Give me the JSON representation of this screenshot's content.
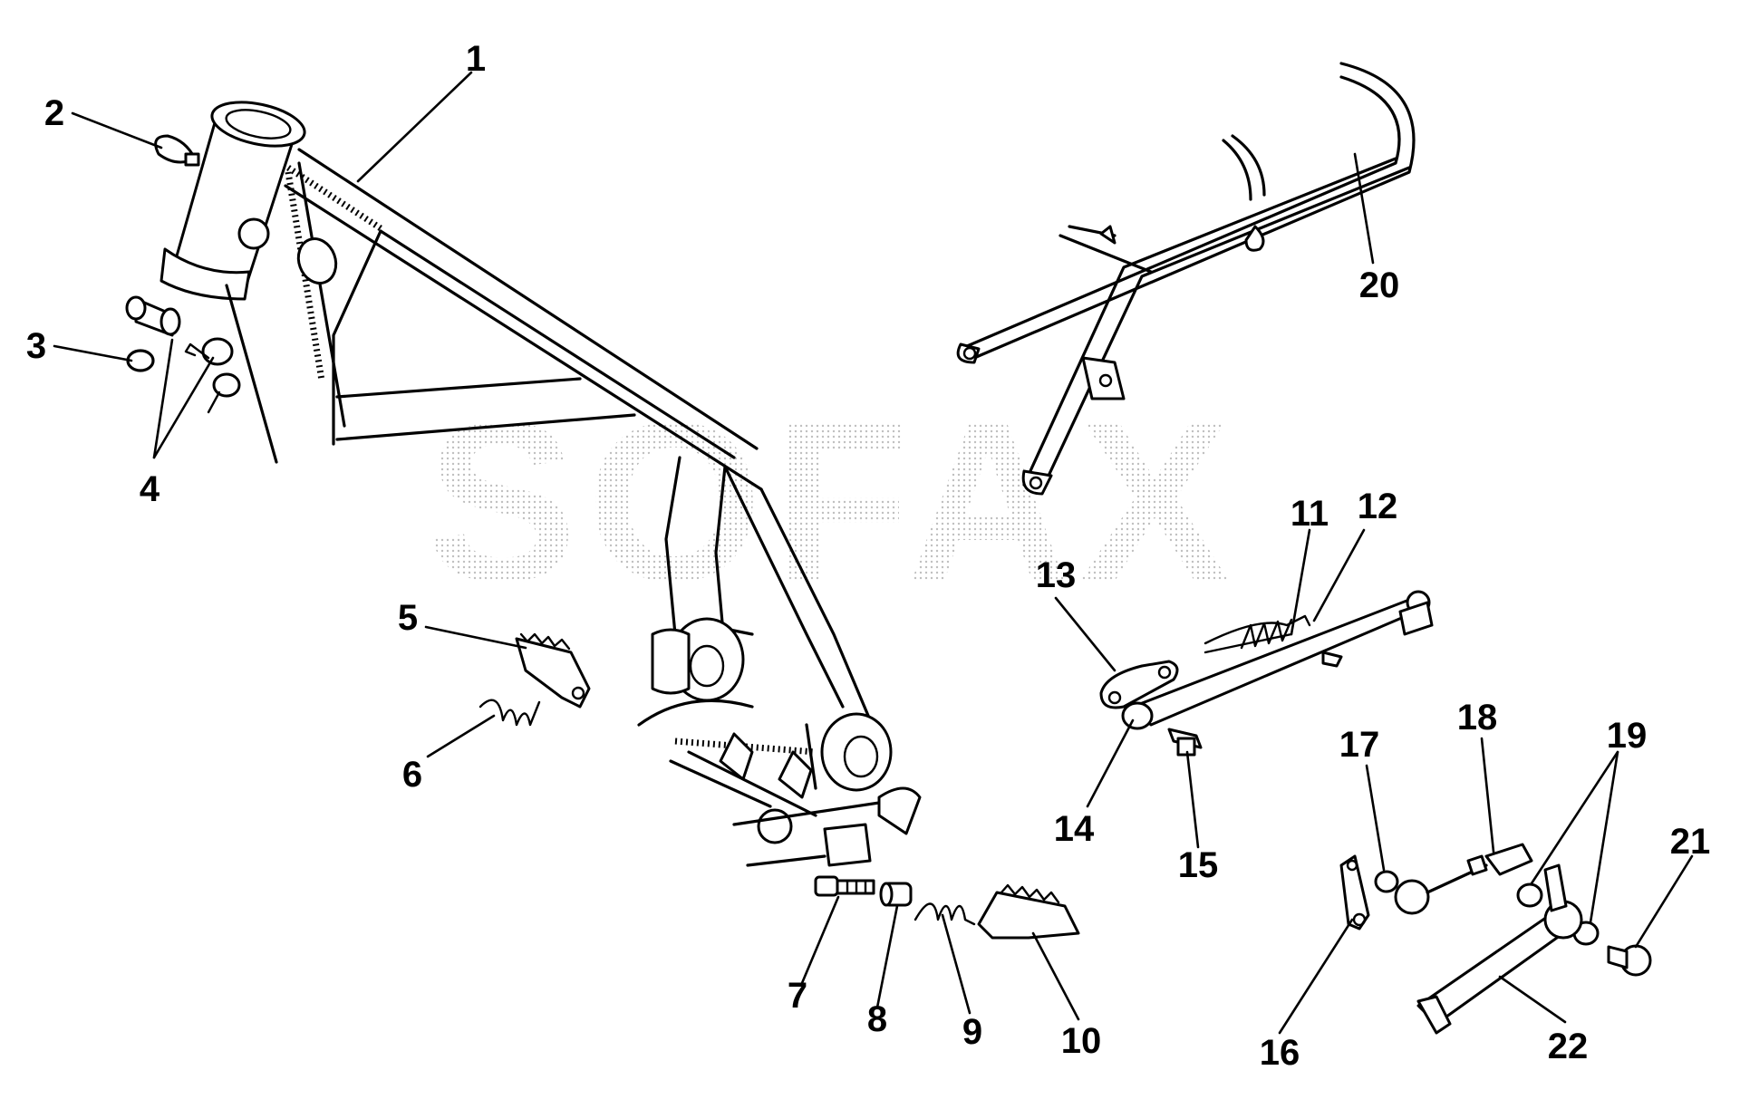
{
  "diagram": {
    "watermark_text": "SOFAX",
    "callouts": [
      {
        "id": "c1",
        "label": "1"
      },
      {
        "id": "c2",
        "label": "2"
      },
      {
        "id": "c3",
        "label": "3"
      },
      {
        "id": "c4",
        "label": "4"
      },
      {
        "id": "c5",
        "label": "5"
      },
      {
        "id": "c6",
        "label": "6"
      },
      {
        "id": "c7",
        "label": "7"
      },
      {
        "id": "c8",
        "label": "8"
      },
      {
        "id": "c9",
        "label": "9"
      },
      {
        "id": "c10",
        "label": "10"
      },
      {
        "id": "c11",
        "label": "11"
      },
      {
        "id": "c12",
        "label": "12"
      },
      {
        "id": "c13",
        "label": "13"
      },
      {
        "id": "c14",
        "label": "14"
      },
      {
        "id": "c15",
        "label": "15"
      },
      {
        "id": "c16",
        "label": "16"
      },
      {
        "id": "c17",
        "label": "17"
      },
      {
        "id": "c18",
        "label": "18"
      },
      {
        "id": "c19",
        "label": "19"
      },
      {
        "id": "c20",
        "label": "20"
      },
      {
        "id": "c21",
        "label": "21"
      },
      {
        "id": "c22",
        "label": "22"
      }
    ],
    "colors": {
      "ink": "#000000",
      "background": "#ffffff",
      "watermark": "#c8c8c8"
    }
  }
}
